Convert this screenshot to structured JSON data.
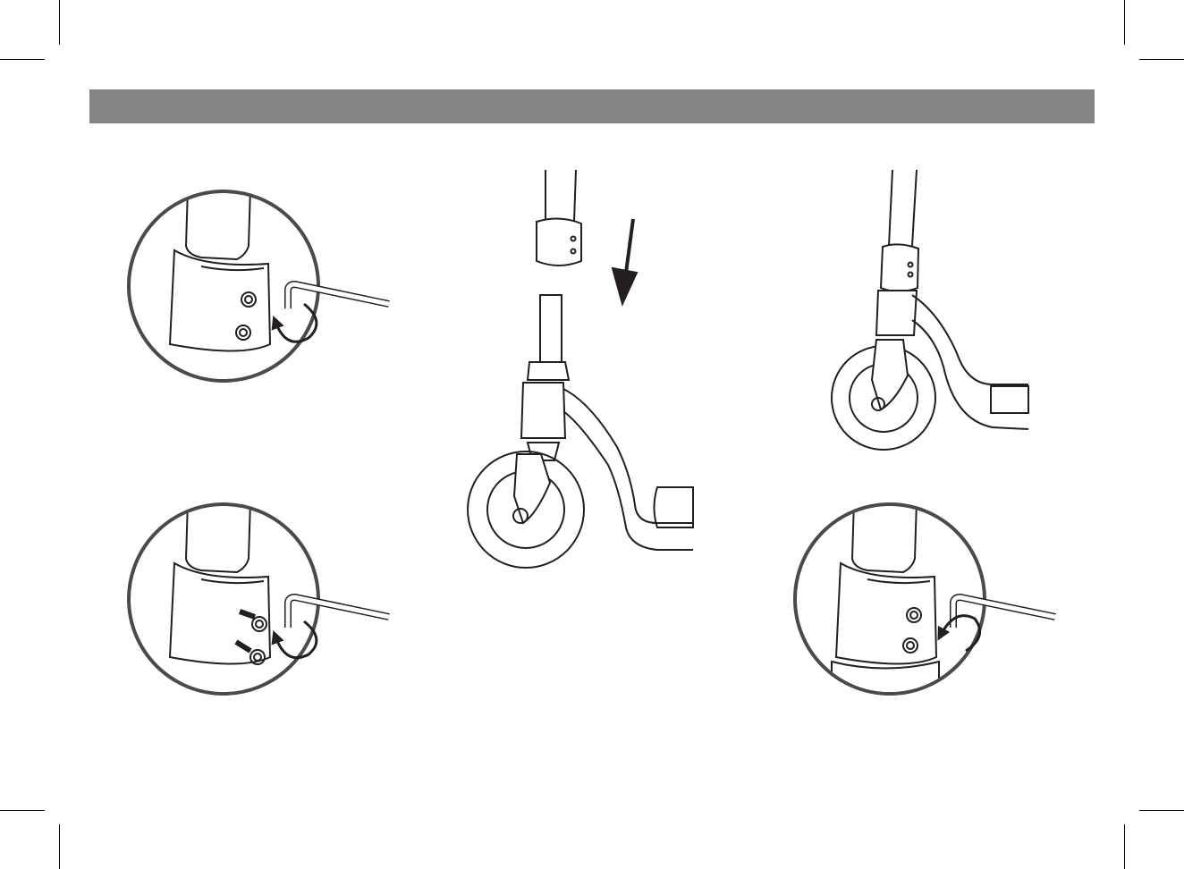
{
  "page": {
    "header_bar_color": "#868586",
    "line_color": "#231f20",
    "background": "#ffffff"
  },
  "figures": [
    {
      "id": "step-1",
      "icon": "hex-key-loosen-zoom",
      "rotation": "counterclockwise"
    },
    {
      "id": "step-2",
      "icon": "hex-key-remove-bolts-zoom",
      "rotation": "counterclockwise"
    },
    {
      "id": "step-3",
      "icon": "insert-handlebar-arrow",
      "arrow_direction": "down"
    },
    {
      "id": "step-4",
      "icon": "assembled-fork",
      "rotation": "none"
    },
    {
      "id": "step-5",
      "icon": "hex-key-tighten-zoom",
      "rotation": "clockwise"
    }
  ]
}
